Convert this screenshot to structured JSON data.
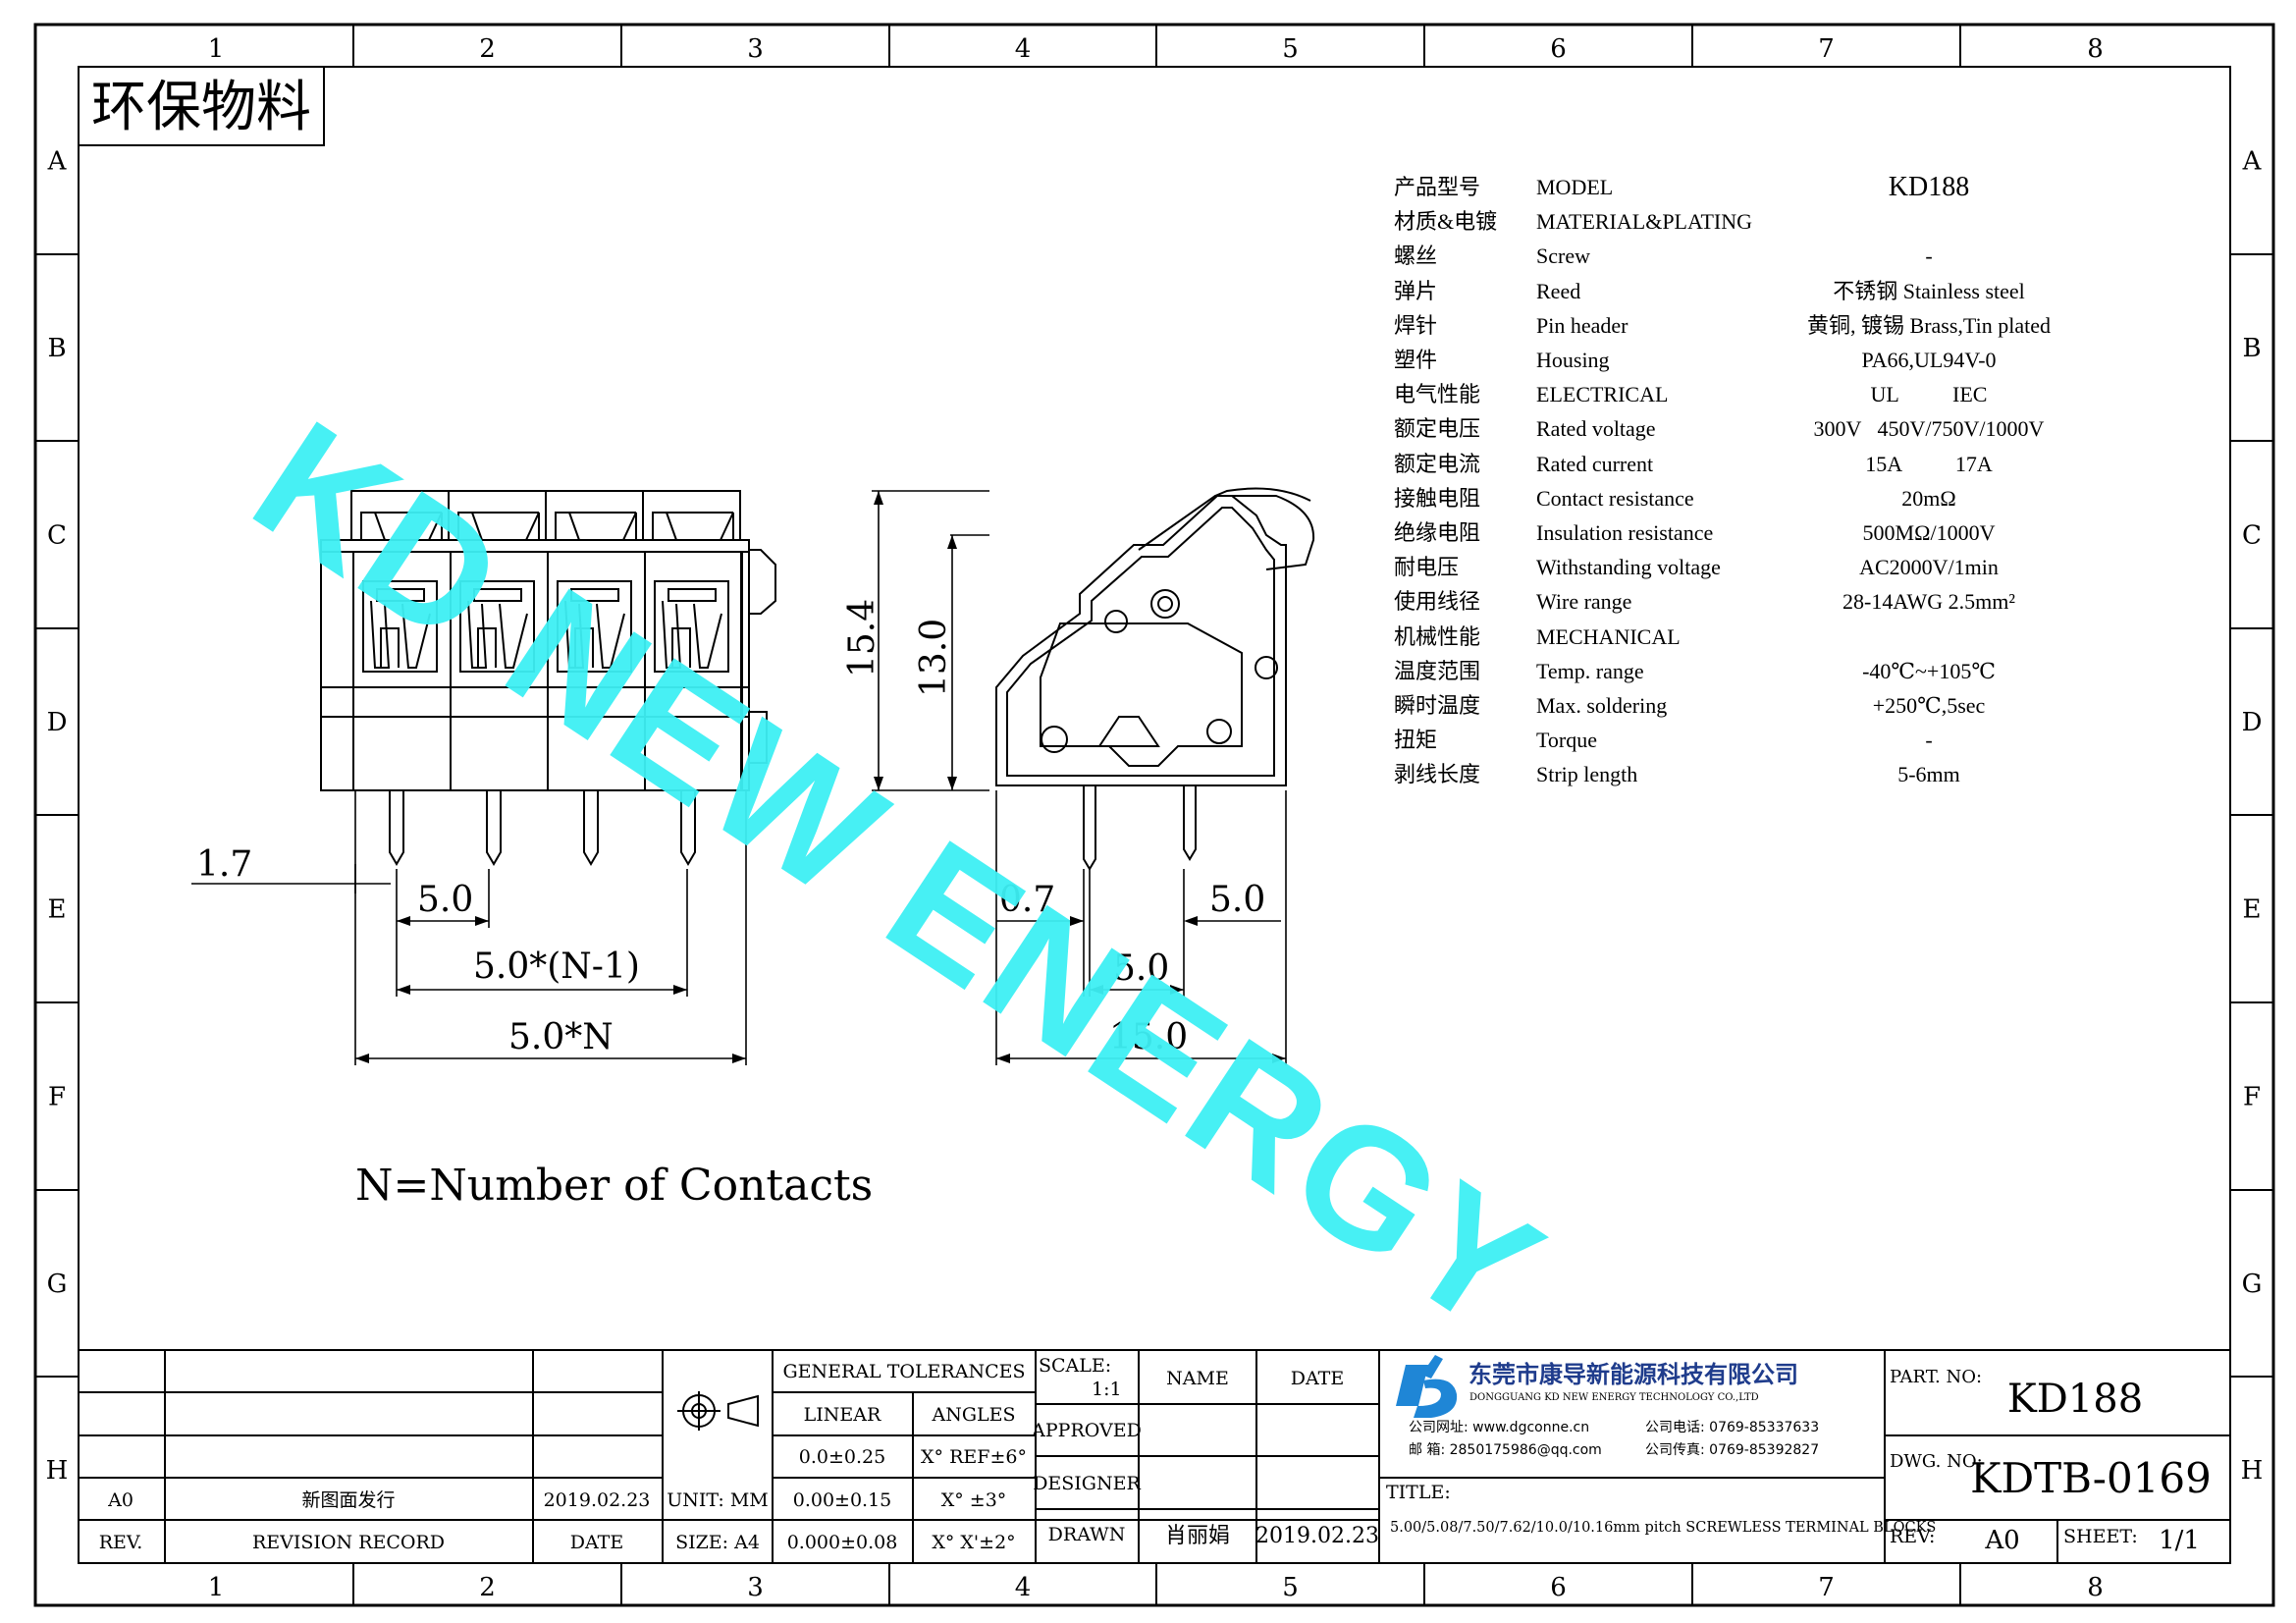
{
  "stamp": "环保物料",
  "grid": {
    "cols": [
      "1",
      "2",
      "3",
      "4",
      "5",
      "6",
      "7",
      "8"
    ],
    "rows": [
      "A",
      "B",
      "C",
      "D",
      "E",
      "F",
      "G",
      "H"
    ]
  },
  "watermark": "KD NEW ENERGY",
  "specs": [
    {
      "cn": "产品型号",
      "en": "MODEL",
      "val": "KD188"
    },
    {
      "cn": "材质&电镀",
      "en": "MATERIAL&PLATING",
      "val": ""
    },
    {
      "cn": "螺丝",
      "en": "Screw",
      "val": "-"
    },
    {
      "cn": "弹片",
      "en": "Reed",
      "val": "不锈钢 Stainless steel"
    },
    {
      "cn": "焊针",
      "en": "Pin header",
      "val": "黄铜, 镀锡 Brass,Tin plated"
    },
    {
      "cn": "塑件",
      "en": "Housing",
      "val": "PA66,UL94V-0"
    },
    {
      "cn": "电气性能",
      "en": "ELECTRICAL",
      "val": "UL          IEC"
    },
    {
      "cn": "额定电压",
      "en": "Rated voltage",
      "val": "300V   450V/750V/1000V"
    },
    {
      "cn": "额定电流",
      "en": "Rated current",
      "val": "15A          17A"
    },
    {
      "cn": "接触电阻",
      "en": "Contact resistance",
      "val": "20mΩ"
    },
    {
      "cn": "绝缘电阻",
      "en": "Insulation resistance",
      "val": "500MΩ/1000V"
    },
    {
      "cn": "耐电压",
      "en": "Withstanding voltage",
      "val": "AC2000V/1min"
    },
    {
      "cn": "使用线径",
      "en": "Wire range",
      "val": "28-14AWG 2.5mm²"
    },
    {
      "cn": "机械性能",
      "en": "MECHANICAL",
      "val": ""
    },
    {
      "cn": "温度范围",
      "en": "Temp. range",
      "val": "-40℃~+105℃"
    },
    {
      "cn": "瞬时温度",
      "en": "Max. soldering",
      "val": "+250℃,5sec"
    },
    {
      "cn": "扭矩",
      "en": "Torque",
      "val": "-"
    },
    {
      "cn": "剥线长度",
      "en": "Strip length",
      "val": "5-6mm"
    }
  ],
  "dims": {
    "front_offset": "1.7",
    "front_pitch": "5.0",
    "front_span": "5.0*(N-1)",
    "front_width": "5.0*N",
    "side_height_total": "15.4",
    "side_height_body": "13.0",
    "side_pin": "0.7",
    "side_pin_right": "5.0",
    "side_pitch": "5.0",
    "side_width": "15.0"
  },
  "note": "N=Number of Contacts",
  "title_block": {
    "general_tolerances": "GENERAL TOLERANCES",
    "linear": "LINEAR",
    "angles": "ANGLES",
    "lin1": "0.0±0.25",
    "ang1": "X° REF±6°",
    "lin2": "0.00±0.15",
    "ang2": "X° ±3°",
    "lin3": "0.000±0.08",
    "ang3": "X° X'±2°",
    "scale_label": "SCALE:",
    "scale_value": "1:1",
    "name": "NAME",
    "date": "DATE",
    "approved": "APPROVED",
    "designer": "DESIGNER",
    "drawn": "DRAWN",
    "drawn_name": "肖丽娟",
    "drawn_date": "2019.02.23",
    "unit": "UNIT: MM",
    "size": "SIZE: A4",
    "rev_code": "A0",
    "rev_desc": "新图面发行",
    "rev_date": "2019.02.23",
    "rev_label": "REV.",
    "revision_record": "REVISION RECORD",
    "date_label": "DATE",
    "company_cn": "东莞市康导新能源科技有限公司",
    "company_en": "DONGGUANG KD NEW ENERGY TECHNOLOGY CO.,LTD",
    "website": "公司网址: www.dgconne.cn",
    "phone": "公司电话: 0769-85337633",
    "email": "邮    箱: 2850175986@qq.com",
    "fax": "公司传真: 0769-85392827",
    "title_label": "TITLE:",
    "title": "5.00/5.08/7.50/7.62/10.0/10.16mm pitch SCREWLESS TERMINAL BLOCKS",
    "part_no_label": "PART. NO:",
    "part_no": "KD188",
    "dwg_no_label": "DWG. NO:",
    "dwg_no": "KDTB-0169",
    "rev_field_label": "REV:",
    "rev_field": "A0",
    "sheet_label": "SHEET:",
    "sheet": "1/1"
  },
  "colors": {
    "watermark": "#3ef0f4",
    "logo": "#1f86d6",
    "ink": "#000000"
  }
}
